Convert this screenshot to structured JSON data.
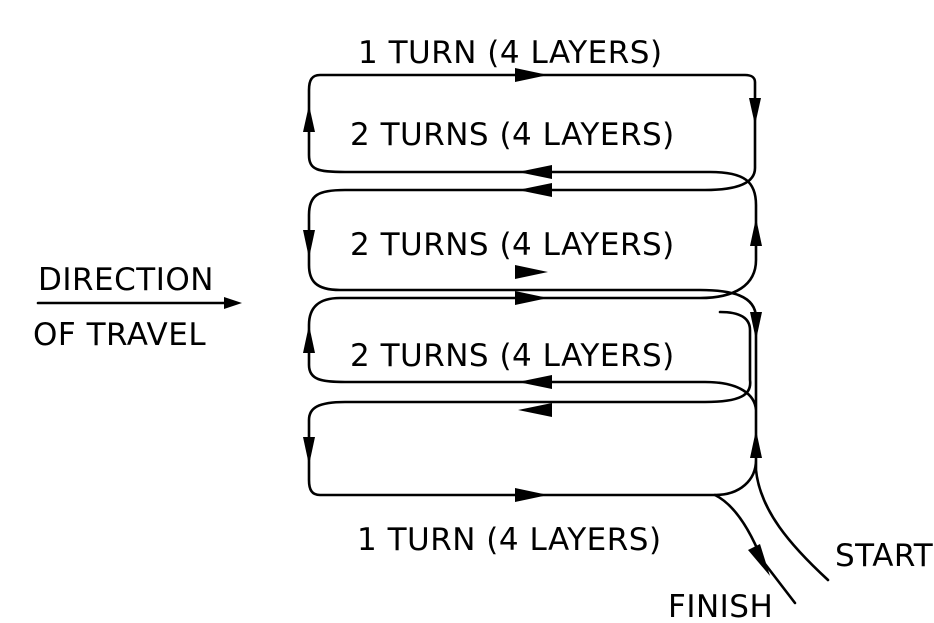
{
  "labels": {
    "row1": "1 TURN (4 LAYERS)",
    "row2": "2 TURNS (4 LAYERS)",
    "row3": "2 TURNS (4 LAYERS)",
    "row4": "2 TURNS (4 LAYERS)",
    "row5": "1 TURN (4 LAYERS)",
    "direction_line1": "DIRECTION",
    "direction_line2": "OF TRAVEL",
    "start": "START",
    "finish": "FINISH"
  },
  "colors": {
    "ink": "#000000",
    "background": "#ffffff"
  }
}
